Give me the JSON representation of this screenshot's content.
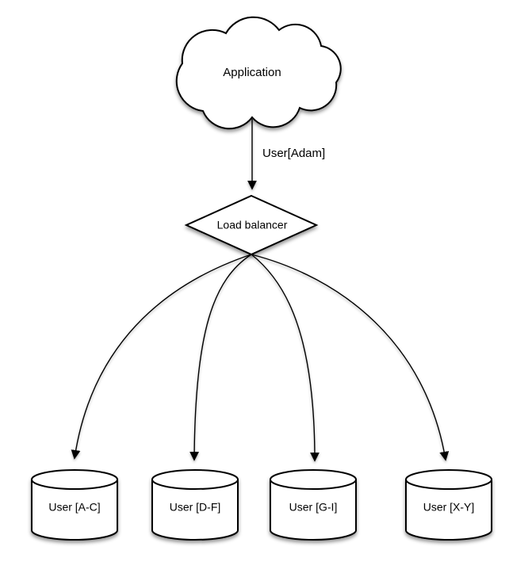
{
  "diagram": {
    "background_color": "#ffffff",
    "stroke_color": "#000000",
    "fill_color": "#ffffff",
    "shadow_color": "rgba(0,0,0,0.42)",
    "nodes": {
      "application": {
        "label": "Application",
        "shape": "cloud"
      },
      "load_balancer": {
        "label": "Load balancer",
        "shape": "diamond"
      },
      "shard_a_c": {
        "label": "User [A-C]",
        "shape": "cylinder"
      },
      "shard_d_f": {
        "label": "User [D-F]",
        "shape": "cylinder"
      },
      "shard_g_i": {
        "label": "User [G-I]",
        "shape": "cylinder"
      },
      "shard_x_y": {
        "label": "User [X-Y]",
        "shape": "cylinder"
      }
    },
    "edges": [
      {
        "from": "application",
        "to": "load_balancer",
        "label": "User[Adam]"
      },
      {
        "from": "load_balancer",
        "to": "shard_a_c",
        "label": ""
      },
      {
        "from": "load_balancer",
        "to": "shard_d_f",
        "label": ""
      },
      {
        "from": "load_balancer",
        "to": "shard_g_i",
        "label": ""
      },
      {
        "from": "load_balancer",
        "to": "shard_x_y",
        "label": ""
      }
    ]
  }
}
